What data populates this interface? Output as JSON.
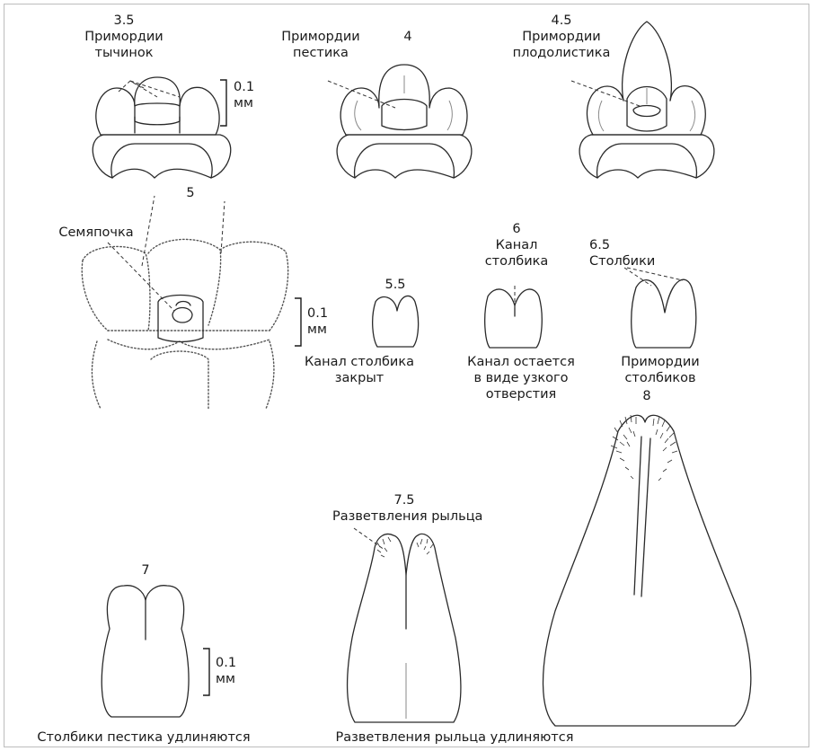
{
  "stages": {
    "s3_5": {
      "num": "3.5",
      "line1": "Примордии",
      "line2": "тычинок"
    },
    "s4": {
      "num": "4",
      "line1": "Примордии",
      "line2": "пестика"
    },
    "s4_5": {
      "num": "4.5",
      "line1": "Примордии",
      "line2": "плодолистика"
    },
    "s5": {
      "num": "5",
      "label": "Семяпочка"
    },
    "s5_5": {
      "num": "5.5",
      "line1": "Канал столбика",
      "line2": "закрыт"
    },
    "s6": {
      "num": "6",
      "top1": "Канал",
      "top2": "столбика",
      "line1": "Канал остается",
      "line2": "в виде узкого",
      "line3": "отверстия"
    },
    "s6_5": {
      "num": "6.5",
      "top1": "Столбики",
      "line1": "Примордии",
      "line2": "столбиков"
    },
    "s7": {
      "num": "7",
      "caption": "Столбики пестика удлиняются"
    },
    "s7_5": {
      "num": "7.5",
      "top1": "Разветвления рыльца",
      "caption": "Разветвления рыльца удлиняются"
    },
    "s8": {
      "num": "8"
    }
  },
  "scale_bars": [
    {
      "value": "0.1",
      "unit": "мм"
    },
    {
      "value": "0.1",
      "unit": "мм"
    },
    {
      "value": "0.1",
      "unit": "мм"
    }
  ]
}
